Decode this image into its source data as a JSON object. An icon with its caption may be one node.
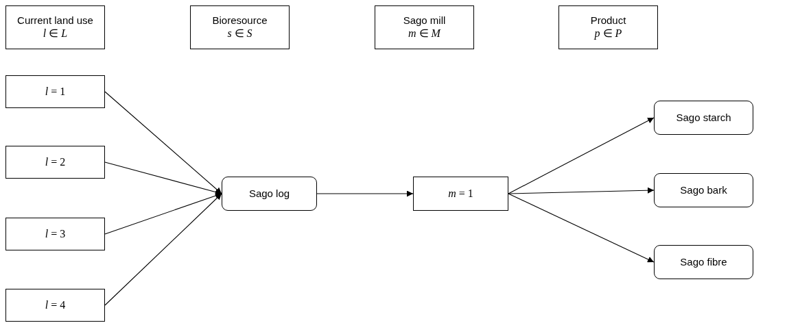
{
  "diagram": {
    "nodes": [
      {
        "text": [
          "Current land use",
          "*l* ∈ *L*"
        ]
      },
      {
        "text": [
          "Bioresource",
          "*s* ∈ *S*"
        ]
      },
      {
        "text": [
          "Sago mill",
          "*m* ∈ *M*"
        ]
      },
      {
        "text": [
          "Product",
          "*p* ∈ *P*"
        ]
      },
      {
        "text": [
          "*l* = 1"
        ]
      },
      {
        "text": [
          "*l* = 2"
        ]
      },
      {
        "text": [
          "*l* = 3"
        ]
      },
      {
        "text": [
          "*l* = 4"
        ]
      },
      {
        "text": [
          "Sago log"
        ]
      },
      {
        "text": [
          "*m* = 1"
        ]
      },
      {
        "text": [
          "Sago starch"
        ]
      },
      {
        "text": [
          "Sago bark"
        ]
      },
      {
        "text": [
          "Sago fibre"
        ]
      }
    ],
    "edges": [
      {
        "from": 4,
        "to": 8,
        "arrow": "to"
      },
      {
        "from": 5,
        "to": 8,
        "arrow": "to"
      },
      {
        "from": 6,
        "to": 8,
        "arrow": "to"
      },
      {
        "from": 7,
        "to": 8,
        "arrow": "to"
      },
      {
        "from": 8,
        "to": 9,
        "arrow": "to"
      },
      {
        "from": 9,
        "to": 10,
        "arrow": "to"
      },
      {
        "from": 9,
        "to": 11,
        "arrow": "to"
      },
      {
        "from": 9,
        "to": 12,
        "arrow": "to"
      }
    ]
  }
}
